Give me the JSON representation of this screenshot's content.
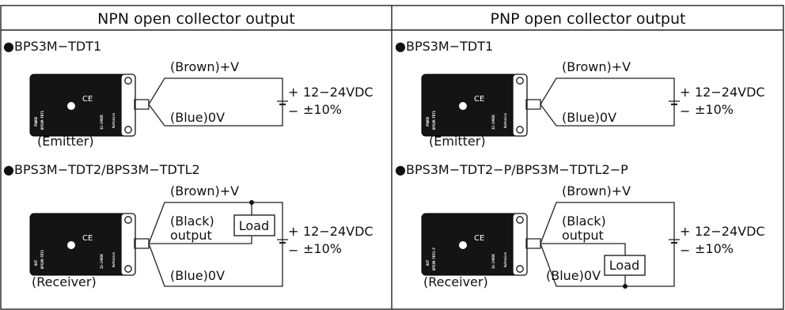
{
  "headers": {
    "npn": "NPN open collector output",
    "pnp": "PNP open collector output"
  },
  "npn": {
    "emitter": {
      "model": "●BPS3M−TDT1",
      "brown": "(Brown)+V",
      "blue": "(Blue)0V",
      "role": "(Emitter)",
      "plus": "+",
      "minus": "−",
      "voltage": "12−24VDC",
      "tolerance": "±10%",
      "body_text": [
        "POWER",
        "BPS3M-TDT1",
        "12-24VDC",
        "Autonics"
      ]
    },
    "receiver": {
      "model": "●BPS3M−TDT2/BPS3M−TDTL2",
      "brown": "(Brown)+V",
      "black": "(Black)",
      "output": "output",
      "load": "Load",
      "blue": "(Blue)0V",
      "role": "(Receiver)",
      "plus": "+",
      "minus": "−",
      "voltage": "12−24VDC",
      "tolerance": "±10%",
      "body_text": [
        "OUT",
        "BPS3M-TDT2",
        "12-24VDC",
        "Autonics"
      ]
    }
  },
  "pnp": {
    "emitter": {
      "model": "●BPS3M−TDT1",
      "brown": "(Brown)+V",
      "blue": "(Blue)0V",
      "role": "(Emitter)",
      "plus": "+",
      "minus": "−",
      "voltage": "12−24VDC",
      "tolerance": "±10%",
      "body_text": [
        "POWER",
        "BPS3M-TDT1",
        "12-24VDC",
        "Autonics"
      ]
    },
    "receiver": {
      "model": "●BPS3M−TDT2−P/BPS3M−TDTL2−P",
      "brown": "(Brown)+V",
      "black": "(Black)",
      "output": "output",
      "load": "Load",
      "blue": "(Blue)0V",
      "role": "(Receiver)",
      "plus": "+",
      "minus": "−",
      "voltage": "12−24VDC",
      "tolerance": "±10%",
      "body_text": [
        "OUT",
        "BPS3M-TDT2-P",
        "12-24VDC",
        "Autonics"
      ]
    }
  }
}
